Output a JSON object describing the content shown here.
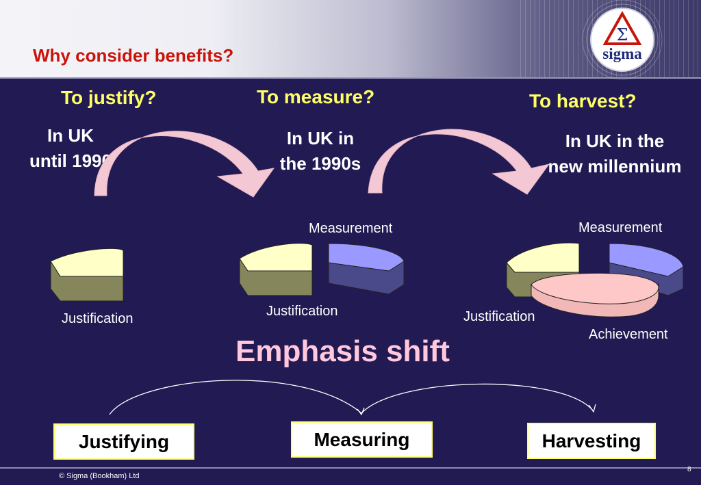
{
  "slide": {
    "title": "Why consider benefits?",
    "logo_text": "sigma",
    "logo_symbol": "Σ",
    "footer": {
      "copyright": "© Sigma (Bookham) Ltd",
      "page_number": "8"
    }
  },
  "columns": [
    {
      "question": "To justify?",
      "era": "In UK until 1990",
      "segments": [
        "Justification"
      ]
    },
    {
      "question": "To measure?",
      "era": "In UK in the 1990s",
      "segments": [
        "Measurement",
        "Justification"
      ]
    },
    {
      "question": "To harvest?",
      "era": "In UK in the new millennium",
      "segments": [
        "Measurement",
        "Justification",
        "Achievement"
      ]
    }
  ],
  "emphasis_label": "Emphasis shift",
  "stages": [
    "Justifying",
    "Measuring",
    "Harvesting"
  ],
  "colors": {
    "background": "#221A52",
    "title": "#C8140A",
    "question": "#FFFF66",
    "justification_top": "#FFFFC8",
    "justification_side": "#86865C",
    "measurement_top": "#9999FF",
    "measurement_side": "#4A4A8A",
    "achievement_top": "#FFC8C8",
    "arrow": "#F3C7D3",
    "emphasis": "#FFC8DD"
  }
}
